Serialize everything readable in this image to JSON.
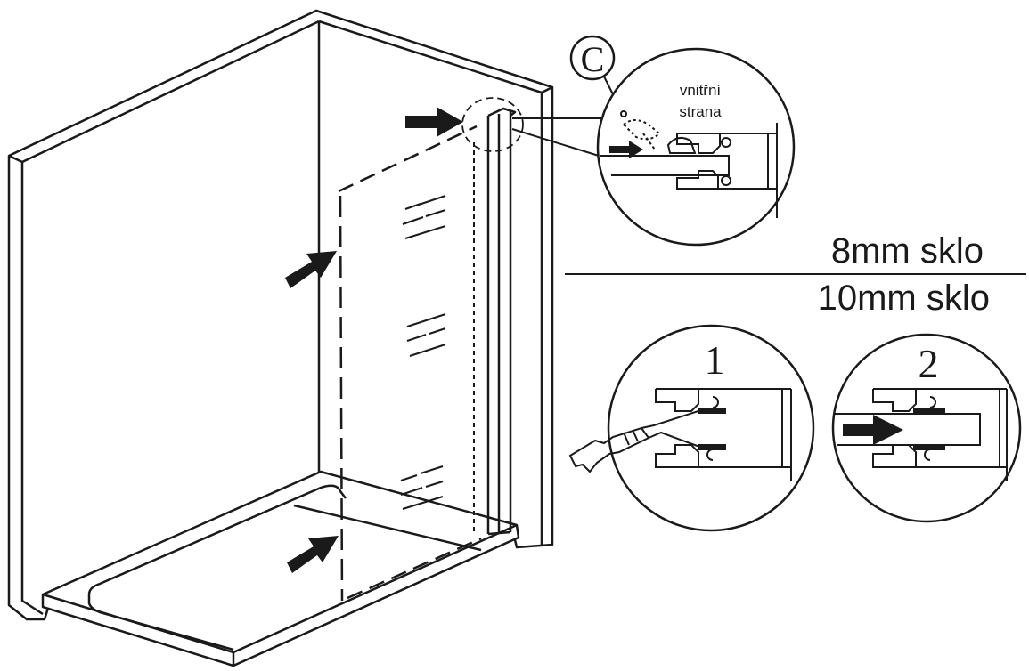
{
  "callout": {
    "letter": "C",
    "inner_side_line1": "vnitřní",
    "inner_side_line2": "strana"
  },
  "glass_options": {
    "top": "8mm sklo",
    "bottom": "10mm sklo"
  },
  "steps": {
    "step1": "1",
    "step2": "2"
  },
  "colors": {
    "line": "#1a1a1a",
    "background": "#ffffff"
  }
}
